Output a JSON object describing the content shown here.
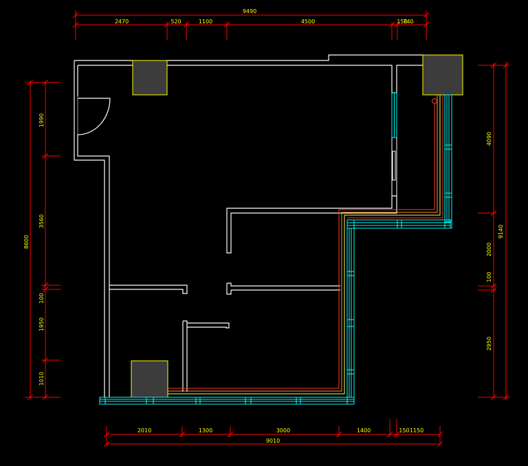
{
  "colors": {
    "background": "#000000",
    "wall": "#ffffff",
    "dimension": "#ff0000",
    "dimension_text": "#ffff00",
    "window": "#00ffff",
    "pipe_red": "#ff3b1f",
    "pipe_orange": "#ff9a2e",
    "pipe_yellow": "#ffff60",
    "column_fill": "#3c3c3c",
    "column_border": "#ffff00"
  },
  "dimensions": {
    "top_total": "9490",
    "top_segments": [
      "2470",
      "520",
      "1100",
      "4500",
      "150",
      "740"
    ],
    "bottom_total": "9010",
    "bottom_segments": [
      "2010",
      "1300",
      "3000",
      "1400",
      "150",
      "1150"
    ],
    "left_total": "8600",
    "left_segments": [
      "1990",
      "3560",
      "100",
      "1950",
      "1010"
    ],
    "right_total": "9140",
    "right_segments": [
      "4090",
      "2000",
      "100",
      "2950"
    ]
  }
}
